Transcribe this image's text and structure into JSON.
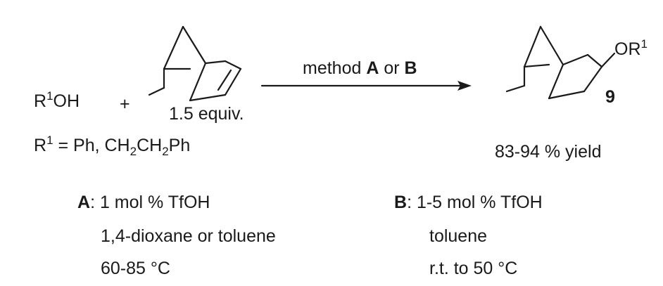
{
  "reactant_alcohol": {
    "r": "R",
    "sup": "1",
    "rest": "OH"
  },
  "plus": "+",
  "norbornene_equiv": "1.5 equiv.",
  "r1_definition": {
    "r": "R",
    "sup": "1",
    "eq": " = Ph, CH",
    "sub1": "2",
    "mid": "CH",
    "sub2": "2",
    "end": "Ph"
  },
  "arrow_label": {
    "pre": "method ",
    "a": "A",
    "mid": " or ",
    "b": "B"
  },
  "product": {
    "group_pre": "OR",
    "group_sup": "1",
    "number": "9",
    "yield": "83-94 % yield"
  },
  "method_a": {
    "label": "A",
    "line1": ":  1 mol % TfOH",
    "line2": "1,4-dioxane or toluene",
    "line3": "60-85 °C"
  },
  "method_b": {
    "label": "B",
    "line1": ":  1-5 mol % TfOH",
    "line2": "toluene",
    "line3": "r.t. to 50 °C"
  }
}
